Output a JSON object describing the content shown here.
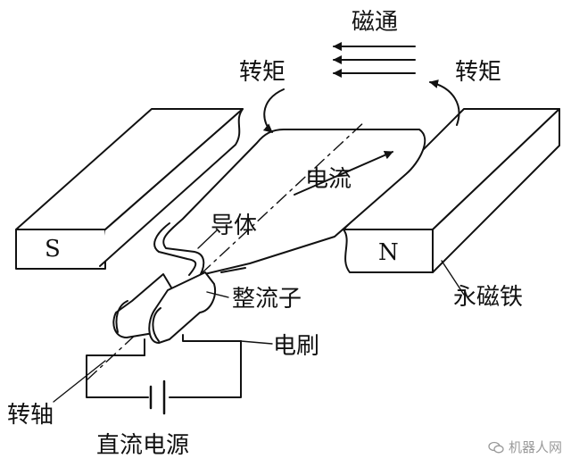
{
  "labels": {
    "flux": "磁通",
    "torque_left": "转矩",
    "torque_right": "转矩",
    "current": "电流",
    "conductor": "导体",
    "commutator": "整流子",
    "magnet": "永磁铁",
    "brush": "电刷",
    "shaft": "转轴",
    "power": "直流电源"
  },
  "poles": {
    "south": "S",
    "north": "N"
  },
  "watermark": "机器人网",
  "colors": {
    "stroke": "#111111",
    "background": "#ffffff",
    "watermark": "#9a9a9a"
  }
}
